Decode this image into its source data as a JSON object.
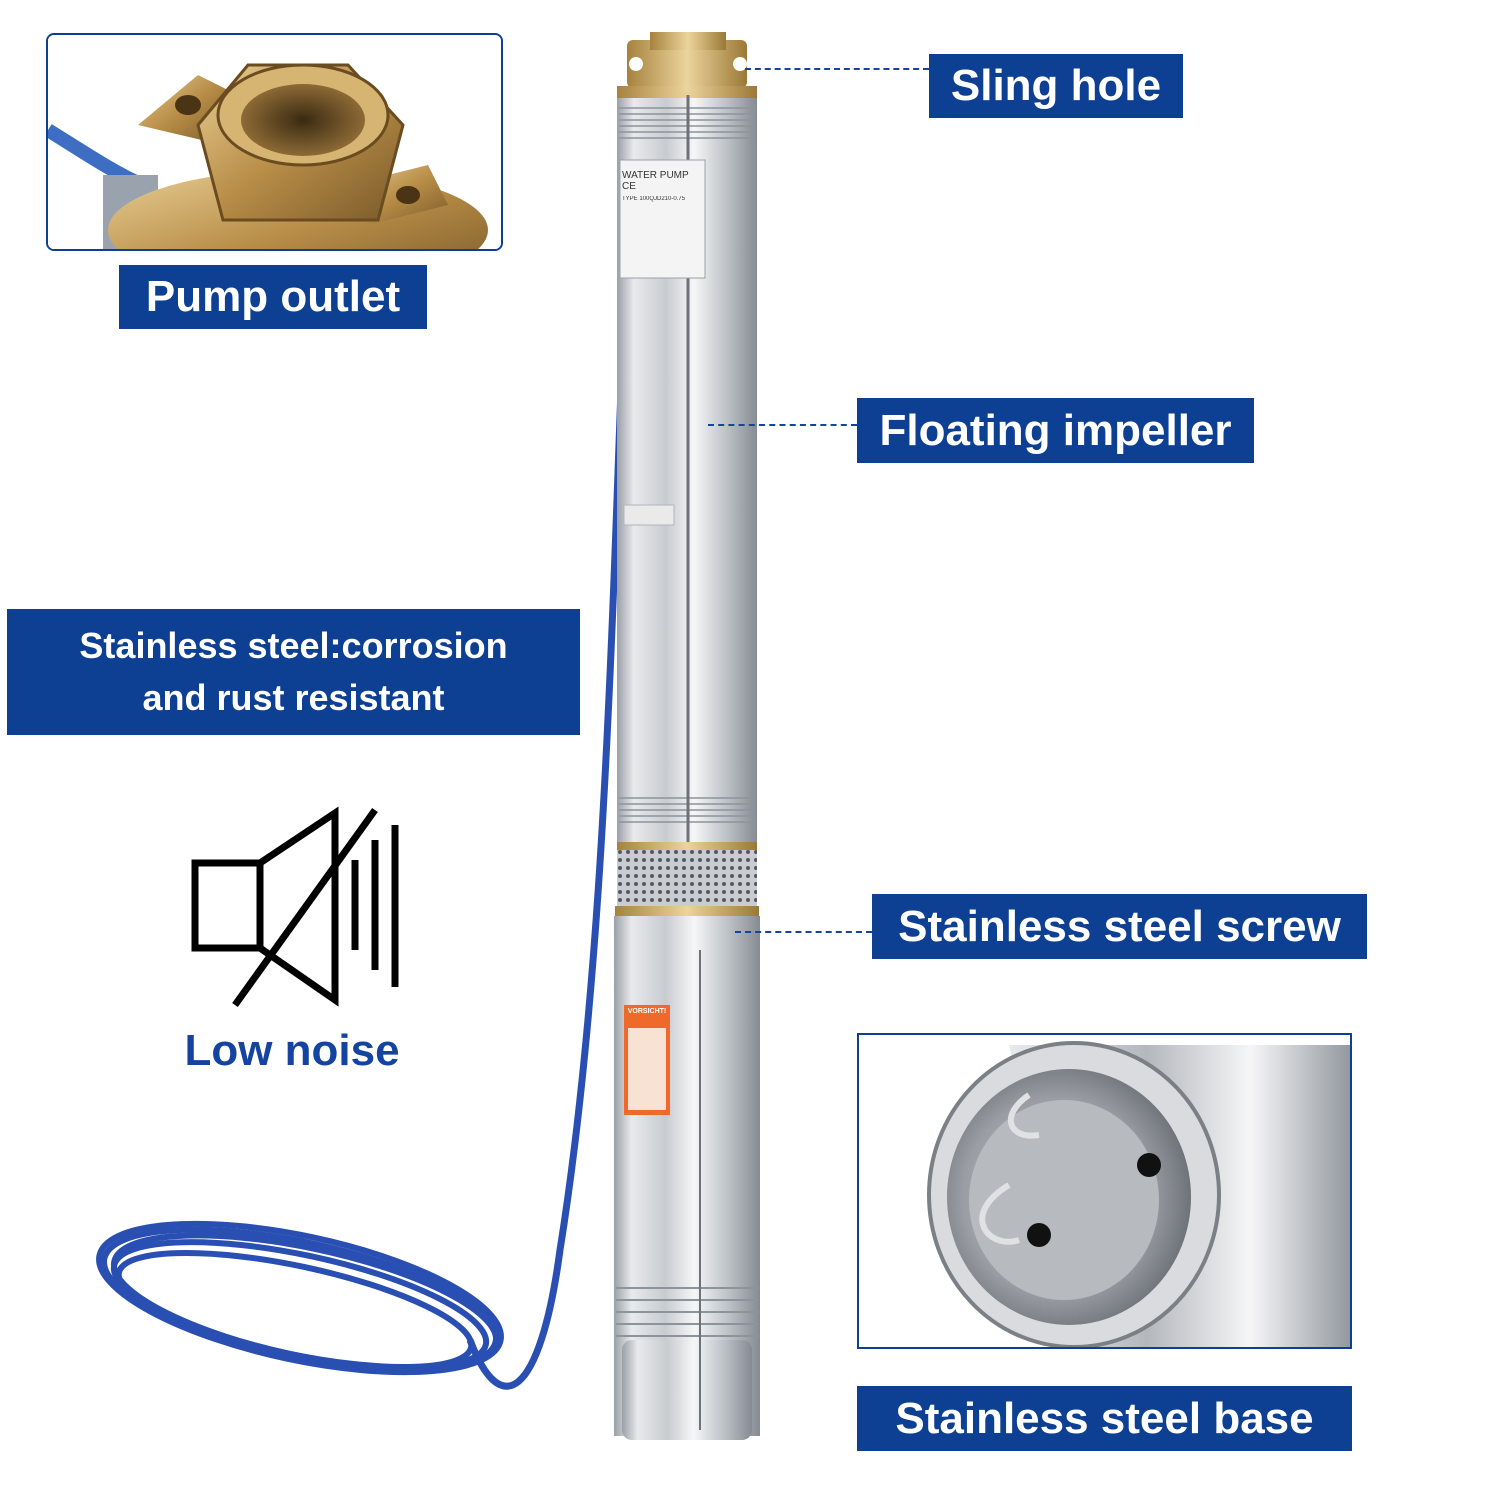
{
  "labels": {
    "pump_outlet": "Pump outlet",
    "sling_hole": "Sling hole",
    "floating_impeller": "Floating impeller",
    "stainless_line1": "Stainless steel:corrosion",
    "stainless_line2": "and rust resistant",
    "stainless_screw": "Stainless steel screw",
    "stainless_base": "Stainless steel base",
    "low_noise": "Low noise"
  },
  "pump_nameplate": {
    "brand_text": "WATER PUMP",
    "mark": "CE",
    "type_text": "TYPE 100QJD210-0.75"
  },
  "warning_sticker": "VORSICHT!",
  "colors": {
    "label_bg": "#0d3f93",
    "label_text": "#ffffff",
    "accent_text": "#1444a0",
    "cable": "#2a4fb3",
    "brass": "#c9a865"
  },
  "icons": {
    "low_noise": "speaker-muted-icon"
  }
}
